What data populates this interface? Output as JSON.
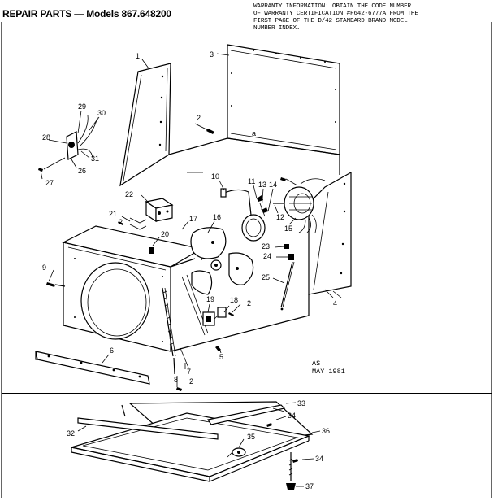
{
  "header": {
    "title": "REPAIR PARTS — Models 867.648200",
    "warranty_lines": [
      "WARRANTY INFORMATION:  OBTAIN THE CODE NUMBER",
      "OF WARRANTY CERTIFICATION #F642-6777A FROM THE",
      "FIRST PAGE OF THE D/42 STANDARD BRAND MODEL",
      "NUMBER INDEX."
    ]
  },
  "stamp": {
    "line1": "AS",
    "line2": "MAY 1981"
  },
  "callouts": [
    "1",
    "2",
    "3",
    "4",
    "5",
    "6",
    "7",
    "8",
    "9",
    "10",
    "11",
    "12",
    "13",
    "14",
    "15",
    "16",
    "17",
    "18",
    "19",
    "20",
    "21",
    "22",
    "23",
    "24",
    "25",
    "26",
    "27",
    "28",
    "29",
    "30",
    "31",
    "32",
    "33",
    "34",
    "35",
    "36",
    "37"
  ]
}
